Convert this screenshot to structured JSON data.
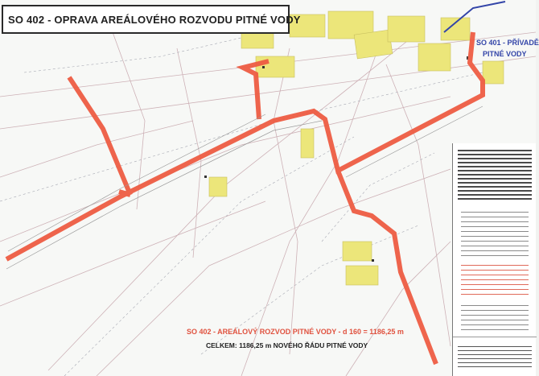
{
  "title": "SO 402 - OPRAVA AREÁLOVÉHO ROZVODU PITNÉ VODY",
  "label_so401_line1": "SO 401 - PŘÍVADĚ",
  "label_so401_line2": "PITNÉ VODY",
  "label_so402": "SO 402 - AREÁLOVÝ ROZVOD PITNÉ VODY - d 160 = 1186,25 m",
  "label_total": "CELKEM: 1186,25 m NOVÉHO ŘÁDU PITNÉ VODY",
  "colors": {
    "pipe": "#ee5d43",
    "building": "#ece67a",
    "new_line": "#3345a8",
    "base_lines": "#c9aab0",
    "background": "#f7f8f6"
  }
}
